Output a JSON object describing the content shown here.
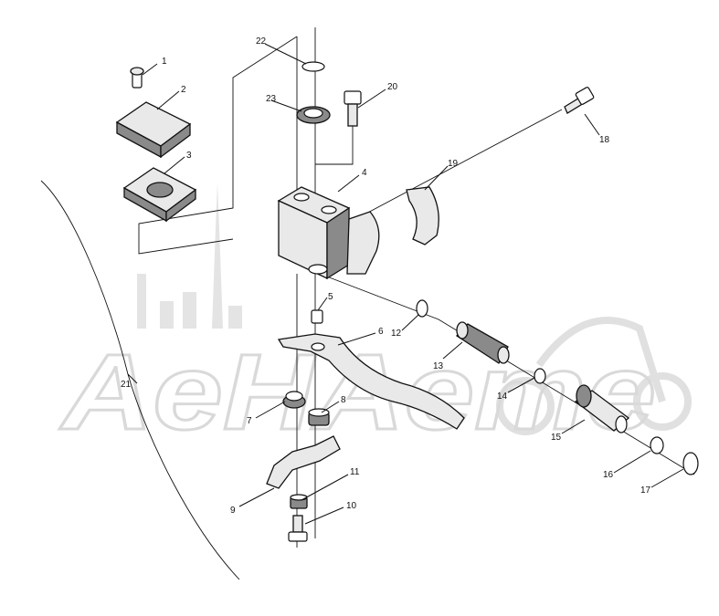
{
  "diagram": {
    "watermark": "AeHAeme",
    "callouts": [
      "1",
      "2",
      "3",
      "4",
      "5",
      "6",
      "7",
      "8",
      "9",
      "10",
      "11",
      "12",
      "13",
      "14",
      "15",
      "16",
      "17",
      "18",
      "19",
      "20",
      "21",
      "22",
      "23"
    ]
  }
}
